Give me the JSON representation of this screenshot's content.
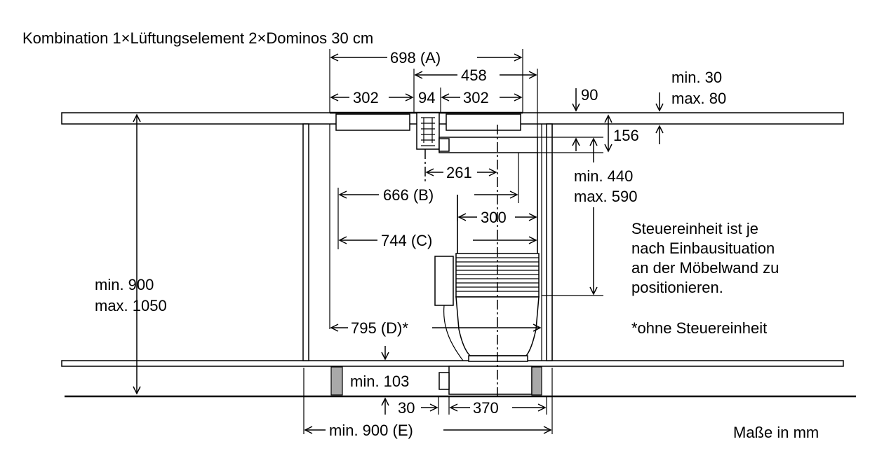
{
  "title": "Kombination 1×Lüftungselement 2×Dominos 30 cm",
  "units": "Maße in mm",
  "note": [
    "Steuereinheit ist je",
    "nach Einbausituation",
    "an der Möbelwand zu",
    "positionieren."
  ],
  "footnote": "*ohne Steuereinheit",
  "dimensions": {
    "a": "698 (A)",
    "b": "666 (B)",
    "c": "744 (C)",
    "d": "795 (D)*",
    "e": "min. 900 (E)",
    "w458": "458",
    "w302_left": "302",
    "w94": "94",
    "w302_right": "302",
    "d90": "90",
    "worktop_min": "min. 30",
    "worktop_max": "max. 80",
    "d156": "156",
    "duct_min": "min. 440",
    "duct_max": "max. 590",
    "d261": "261",
    "d300": "300",
    "height_min": "min. 900",
    "height_max": "max. 1050",
    "plinth": "min. 103",
    "d30": "30",
    "d370": "370"
  }
}
